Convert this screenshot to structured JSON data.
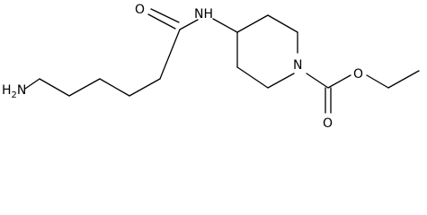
{
  "molecule": {
    "atoms": {
      "amine": "H2N",
      "amide_o": "O",
      "amide_nh": "NH",
      "ring_n": "N",
      "carbonyl_o": "O",
      "ester_o": "O"
    }
  }
}
